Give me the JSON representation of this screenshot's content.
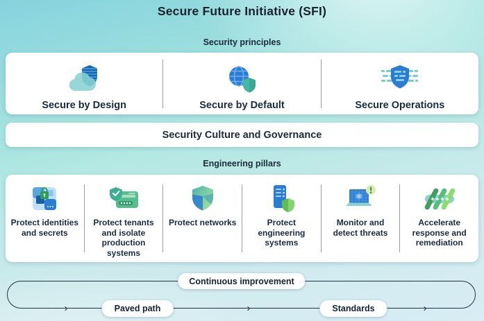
{
  "title": "Secure Future Initiative (SFI)",
  "principles_section": {
    "label": "Security principles",
    "items": [
      {
        "label": "Secure by Design",
        "icon": "cloud-shield-icon"
      },
      {
        "label": "Secure by Default",
        "icon": "globe-shield-icon"
      },
      {
        "label": "Secure Operations",
        "icon": "shield-operations-icon"
      }
    ]
  },
  "culture_bar": {
    "label": "Security Culture and Governance"
  },
  "pillars_section": {
    "label": "Engineering pillars",
    "items": [
      {
        "label": "Protect identities and secrets",
        "icon": "identity-lock-icon"
      },
      {
        "label": "Protect tenants and isolate production systems",
        "icon": "tenant-shield-check-icon"
      },
      {
        "label": "Protect networks",
        "icon": "network-shield-icon"
      },
      {
        "label": "Protect engineering systems",
        "icon": "server-shield-icon"
      },
      {
        "label": "Monitor and detect threats",
        "icon": "laptop-alert-icon"
      },
      {
        "label": "Accelerate response and remediation",
        "icon": "stripes-stars-icon"
      }
    ]
  },
  "improvement_loop": {
    "label": "Continuous improvement",
    "milestones": [
      {
        "label": "Paved path"
      },
      {
        "label": "Standards"
      }
    ]
  },
  "colors": {
    "background_top_teal": "#86d3dd",
    "background_mint": "#b4e8e3",
    "background_bottom_blue": "#d8edf5",
    "card_white": "#ffffff",
    "text_navy": "#1b2b3c",
    "loop_border_navy": "#22313f",
    "icon_blue": "#2a7cd4",
    "icon_teal": "#45b8a4",
    "icon_green": "#58bd7a"
  }
}
